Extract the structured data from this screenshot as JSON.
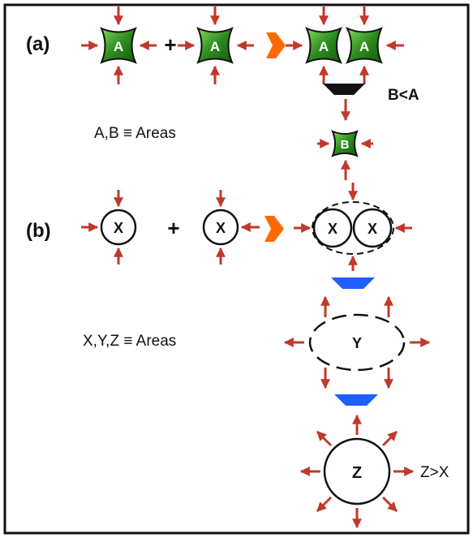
{
  "labels": {
    "panel_a": "(a)",
    "panel_b": "(b)",
    "plus": "+",
    "areas_ab": "A,B ≡ Areas",
    "areas_xyz": "X,Y,Z ≡ Areas",
    "relation_b_lt_a": "B<A",
    "relation_z_gt_x": "Z>X"
  },
  "shapes": {
    "square_a": "A",
    "square_b": "B",
    "circle_x": "X",
    "ellipse_y": "Y",
    "circle_z": "Z"
  },
  "colors": {
    "arrow_red": "#c0392b",
    "square_green": "#2e8b1e",
    "square_green_light": "#5cc33f",
    "process_arrow_orange": "#ff6a00",
    "process_arrow_black": "#111111",
    "process_arrow_blue": "#1f5fff",
    "outline": "#111111"
  }
}
